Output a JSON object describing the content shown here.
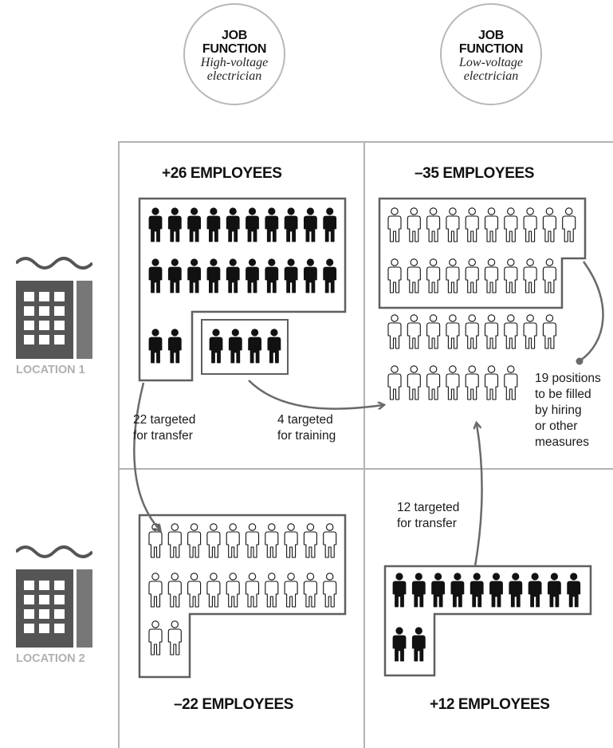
{
  "columns": [
    {
      "title_line1": "JOB",
      "title_line2": "FUNCTION",
      "sub_line1": "High-voltage",
      "sub_line2": "electrician"
    },
    {
      "title_line1": "JOB",
      "title_line2": "FUNCTION",
      "sub_line1": "Low-voltage",
      "sub_line2": "electrician"
    }
  ],
  "locations": [
    {
      "label": "LOCATION 1"
    },
    {
      "label": "LOCATION 2"
    }
  ],
  "cells": {
    "l1_high": {
      "heading": "+26 EMPLOYEES",
      "surplus": 26,
      "icon_style": "filled"
    },
    "l1_low": {
      "heading": "–35 EMPLOYEES",
      "shortfall": 35,
      "icon_style": "outline"
    },
    "l2_high": {
      "heading": "–22 EMPLOYEES",
      "shortfall": 22,
      "icon_style": "outline"
    },
    "l2_low": {
      "heading": "+12 EMPLOYEES",
      "surplus": 12,
      "icon_style": "filled"
    }
  },
  "annotations": {
    "transfer_22": {
      "line1": "22 targeted",
      "line2": "for transfer"
    },
    "training_4": {
      "line1": "4 targeted",
      "line2": "for training"
    },
    "positions_19": {
      "line1": "19 positions",
      "line2": "to be filled",
      "line3": "by hiring",
      "line4": "or other",
      "line5": "measures"
    },
    "transfer_12": {
      "line1": "12 targeted",
      "line2": "for transfer"
    }
  },
  "colors": {
    "grid": "#b3b3b3",
    "box_border": "#5f5f5f",
    "arrow": "#6a6a6a",
    "figure_fill": "#111111",
    "location_label": "#b0b0b0"
  }
}
